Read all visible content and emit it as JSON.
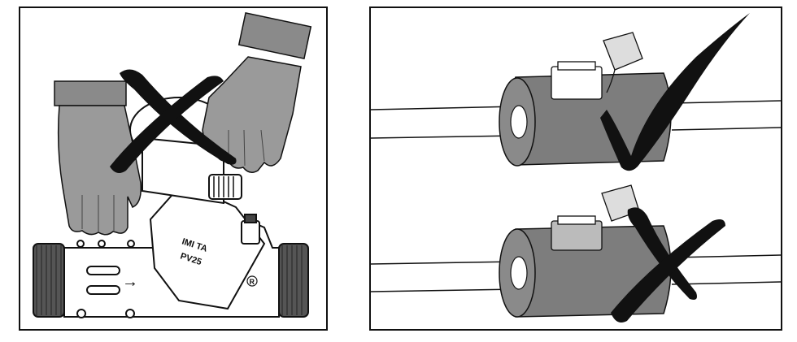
{
  "left_panel": {
    "valve_brand": "IMI TA",
    "valve_model": "PV25",
    "valve_mark": "R",
    "flow_arrow": "→",
    "verdict": "cross-mark"
  },
  "right_panel": {
    "top_verdict": "check-mark",
    "bottom_verdict": "cross-mark"
  },
  "colors": {
    "glove": "#9a9a9a",
    "cuff": "#8a8a8a",
    "insulation": "#7d7d7d",
    "ink": "#111111",
    "valve_body": "#ffffff"
  }
}
